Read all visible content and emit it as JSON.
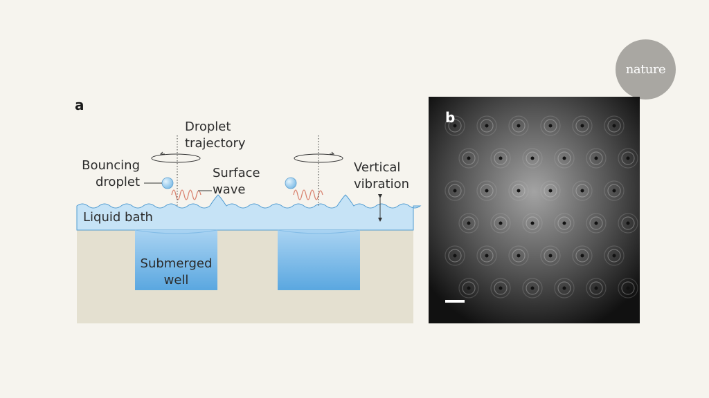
{
  "brand": {
    "logo_text": "nature"
  },
  "panel_a": {
    "letter": "a",
    "labels": {
      "droplet_trajectory": [
        "Droplet",
        "trajectory"
      ],
      "bouncing_droplet": [
        "Bouncing",
        "droplet"
      ],
      "surface_wave": [
        "Surface",
        "wave"
      ],
      "vertical_vibration": [
        "Vertical",
        "vibration"
      ],
      "liquid_bath": "Liquid bath",
      "submerged_well": [
        "Submerged",
        "well"
      ]
    },
    "colors": {
      "substrate": "#e4e0d0",
      "bath": "#c6e3f6",
      "well": "#86c1ea",
      "droplet": "#9fd0ee",
      "wave": "#d9826f"
    }
  },
  "panel_b": {
    "letter": "b",
    "lattice": {
      "rows": 6,
      "cols": 6
    }
  }
}
